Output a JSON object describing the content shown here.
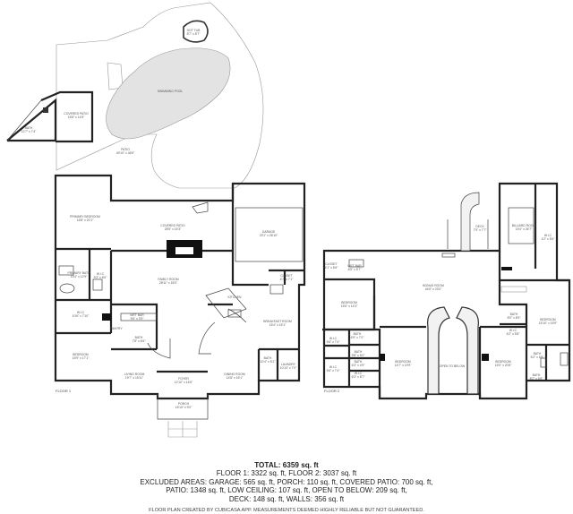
{
  "rooms_floor1": {
    "hot_tub": "HOT TUB\n8'7\" x 8'7\"",
    "swimming_pool": "SWIMMING POOL",
    "covered_patio": "COVERED PATIO\n15'8\" x 14'5\"",
    "bath_outdoor": "BATH\n12'7\" x 7'4\"",
    "patio": "PATIO\n49'10\" x 46'5\"",
    "primary_bedroom": "PRIMARY BEDROOM\n16'8\" x 20'1\"",
    "covered_patio_2": "COVERED PATIO\n28'5\" x 15'3\"",
    "garage": "GARAGE\n23'1\" x 26'10\"",
    "primary_bath": "PRIMARY BATH\n13'4\" x 12'9\"",
    "wic_primary": "W.I.C\n9'3\" x 6'6\"",
    "family_room": "FAMILY ROOM\n28'11\" x 18'0\"",
    "kitchen": "KITCHEN",
    "wet_bar": "WET BAR\n9'6\" x 3'9\"",
    "breakfast_room": "BREAKFAST ROOM\n15'4\" x 15'1\"",
    "closet": "CLOSET\n4'7\" x 7'1\"",
    "wic_1": "W.I.C\n10'6\" x 7'10\"",
    "bath_1": "BATH\n7'8\" x 6'6\"",
    "pantry": "PANTRY",
    "bedroom_1": "BEDROOM\n15'9\" x 17'1\"",
    "bath_2": "BATH\n10'4\" x 5'1\"",
    "laundry": "LAUNDRY\n10'10\" x 7'0\"",
    "living_room": "LIVING ROOM\n19'7\" x 15'11\"",
    "dining_room": "DINING ROOM\n14'8\" x 16'1\"",
    "foyer": "FOYER\n12'10\" x 14'6\"",
    "porch": "PORCH\n15'10\" x 9'0\""
  },
  "rooms_floor2": {
    "deck": "DECK\n7'9\" x 7'7\"",
    "billiard_room": "BILLIARD ROOM\n15'4\" x 26'7\"",
    "wic_a": "W.I.C\n4'2\" x 5'6\"",
    "closet_2": "CLOSET\n4'1\" x 5'6\"",
    "wet_bar_2": "WET BAR\n6'5\" x 5'7\"",
    "bonus_room": "BONUS ROOM\n44'6\" x 23'0\"",
    "bedroom_a": "BEDROOM\n15'6\" x 14'3\"",
    "bath_a": "BATH\n8'0\" x 8'9\"",
    "bedroom_b": "BEDROOM\n15'10\" x 15'9\"",
    "wic_b": "W.I.C\n6'2\" x 5'8\"",
    "bath_b": "BATH\n6'9\" x 7'0\"",
    "wic_c": "W.I.C\n5'6\" x 7'4\"",
    "wic_d": "W.I.C\n5'6\" x 7'4\"",
    "bath_c": "BATH\n9'8\" x 5'0\"",
    "bath_d": "BATH\n6'3\" x 4'9\"",
    "wic_e": "W.I.C\n6'3\" x 8'7\"",
    "bedroom_c": "BEDROOM\n14'7\" x 19'9\"",
    "open_to_below": "OPEN TO BELOW",
    "bedroom_d": "BEDROOM\n15'0\" x 20'8\"",
    "bath_e": "BATH\n6'2\" x 6'8\"",
    "bath_f": "BATH\n8'2\" x 6'8\""
  },
  "floor_labels": {
    "floor1": "FLOOR 1",
    "floor2": "FLOOR 2"
  },
  "summary": {
    "total": "TOTAL: 6359 sq. ft",
    "line1": "FLOOR 1: 3322 sq. ft, FLOOR 2: 3037 sq. ft",
    "line2": "EXCLUDED AREAS: GARAGE: 565 sq. ft, PORCH: 110 sq. ft, COVERED PATIO: 700 sq. ft,",
    "line3": "PATIO: 1348 sq. ft, LOW CEILING: 107 sq. ft, OPEN TO BELOW: 209 sq. ft,",
    "line4": "DECK: 148 sq. ft, WALLS: 356 sq. ft"
  },
  "disclaimer": "FLOOR PLAN CREATED BY CUBICASA APP. MEASUREMENTS DEEMED HIGHLY RELIABLE BUT NOT GUARANTEED.",
  "colors": {
    "wall": "#222222",
    "pool": "#e3e3e3",
    "stair": "#f2f2f2",
    "furniture": "#111111"
  }
}
